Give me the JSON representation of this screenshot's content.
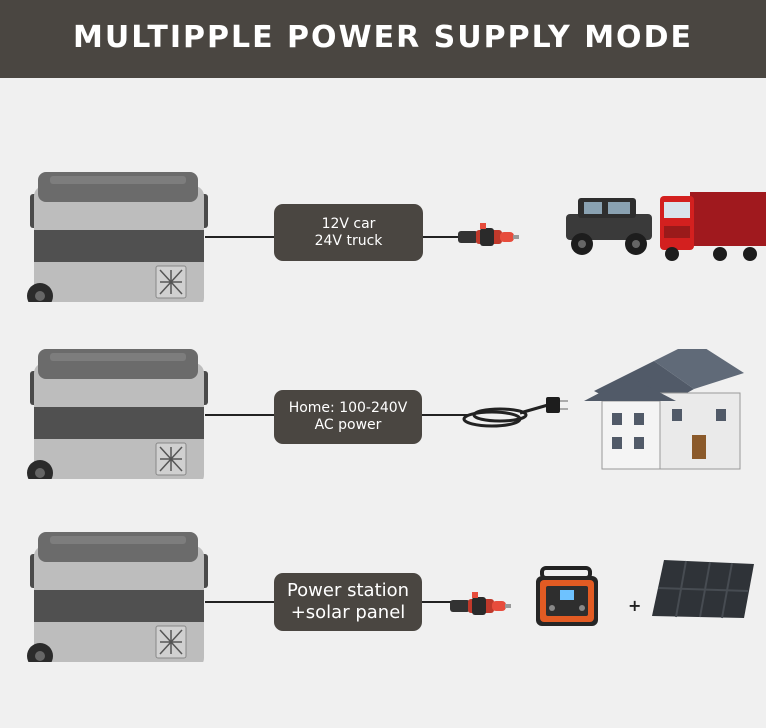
{
  "header": {
    "title": "MULTIPPLE POWER SUPPLY MODE"
  },
  "rows": [
    {
      "line1": "12V car",
      "line2": "24V truck"
    },
    {
      "line1": "Home: 100-240V",
      "line2": "AC power"
    },
    {
      "line1": "Power station",
      "line2": "+solar panel"
    }
  ],
  "plus_sign": "+"
}
